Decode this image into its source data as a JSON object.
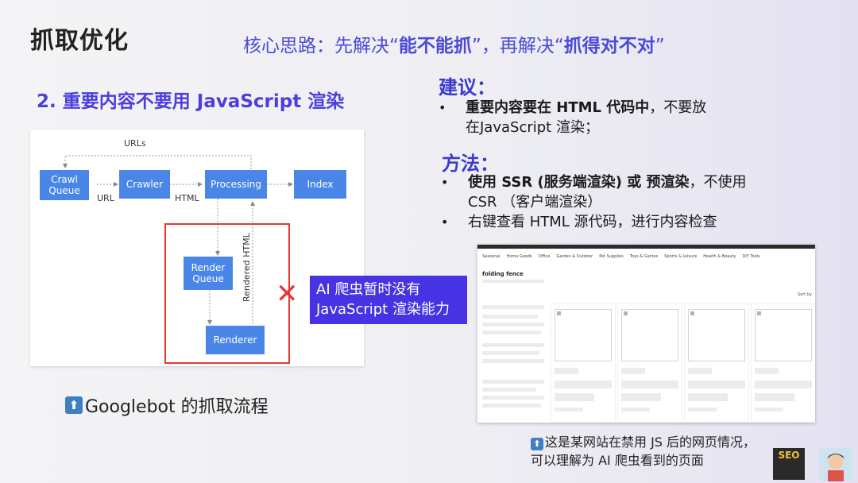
{
  "slide": {
    "title": "抓取优化",
    "subtitle": {
      "prefix": "核心思路：先解决“",
      "bold1": "能不能抓",
      "middle": "”，再解决“",
      "bold2": "抓得对不对",
      "suffix": "”"
    },
    "point": "2. 重要内容不要用 JavaScript 渲染"
  },
  "diagram": {
    "nodes": {
      "crawl_queue": "Crawl Queue",
      "crawler": "Crawler",
      "processing": "Processing",
      "index": "Index",
      "render_queue": "Render Queue",
      "renderer": "Renderer"
    },
    "labels": {
      "urls": "URLs",
      "url": "URL",
      "html": "HTML",
      "rendered_html": "Rendered HTML"
    },
    "accent_color": "#4a86e8",
    "alert_color": "#e53935"
  },
  "callout": {
    "line1": "AI 爬虫暂时没有",
    "line2": "JavaScript 渲染能力",
    "background": "#4733e3"
  },
  "caption_left": "Googlebot 的抓取流程",
  "advice": {
    "heading": "建议：",
    "items": [
      {
        "bold": "重要内容要在 HTML 代码中",
        "rest": "，不要放",
        "line2": "在JavaScript 渲染；"
      }
    ]
  },
  "method": {
    "heading": "方法：",
    "items": [
      {
        "bold": "使用 SSR (服务端渲染) 或 预渲染",
        "rest": "，不使用",
        "line2": "CSR （客户端渲染）"
      },
      {
        "text": "右键查看 HTML 源代码，进行内容检查"
      }
    ]
  },
  "screenshot": {
    "nav": [
      "Seasonal",
      "Home Goods",
      "Office",
      "Garden & Outdoor",
      "Pet Supplies",
      "Toys & Games",
      "Sports & Leisure",
      "Health & Beauty",
      "DIY Tools"
    ],
    "page_title": "folding fence",
    "sort_label": "Sort by"
  },
  "caption_right": {
    "line1": "这是某网站在禁用 JS 后的网页情况，",
    "line2": "可以理解为 AI 爬虫看到的页面"
  },
  "logo_text": "SEO"
}
